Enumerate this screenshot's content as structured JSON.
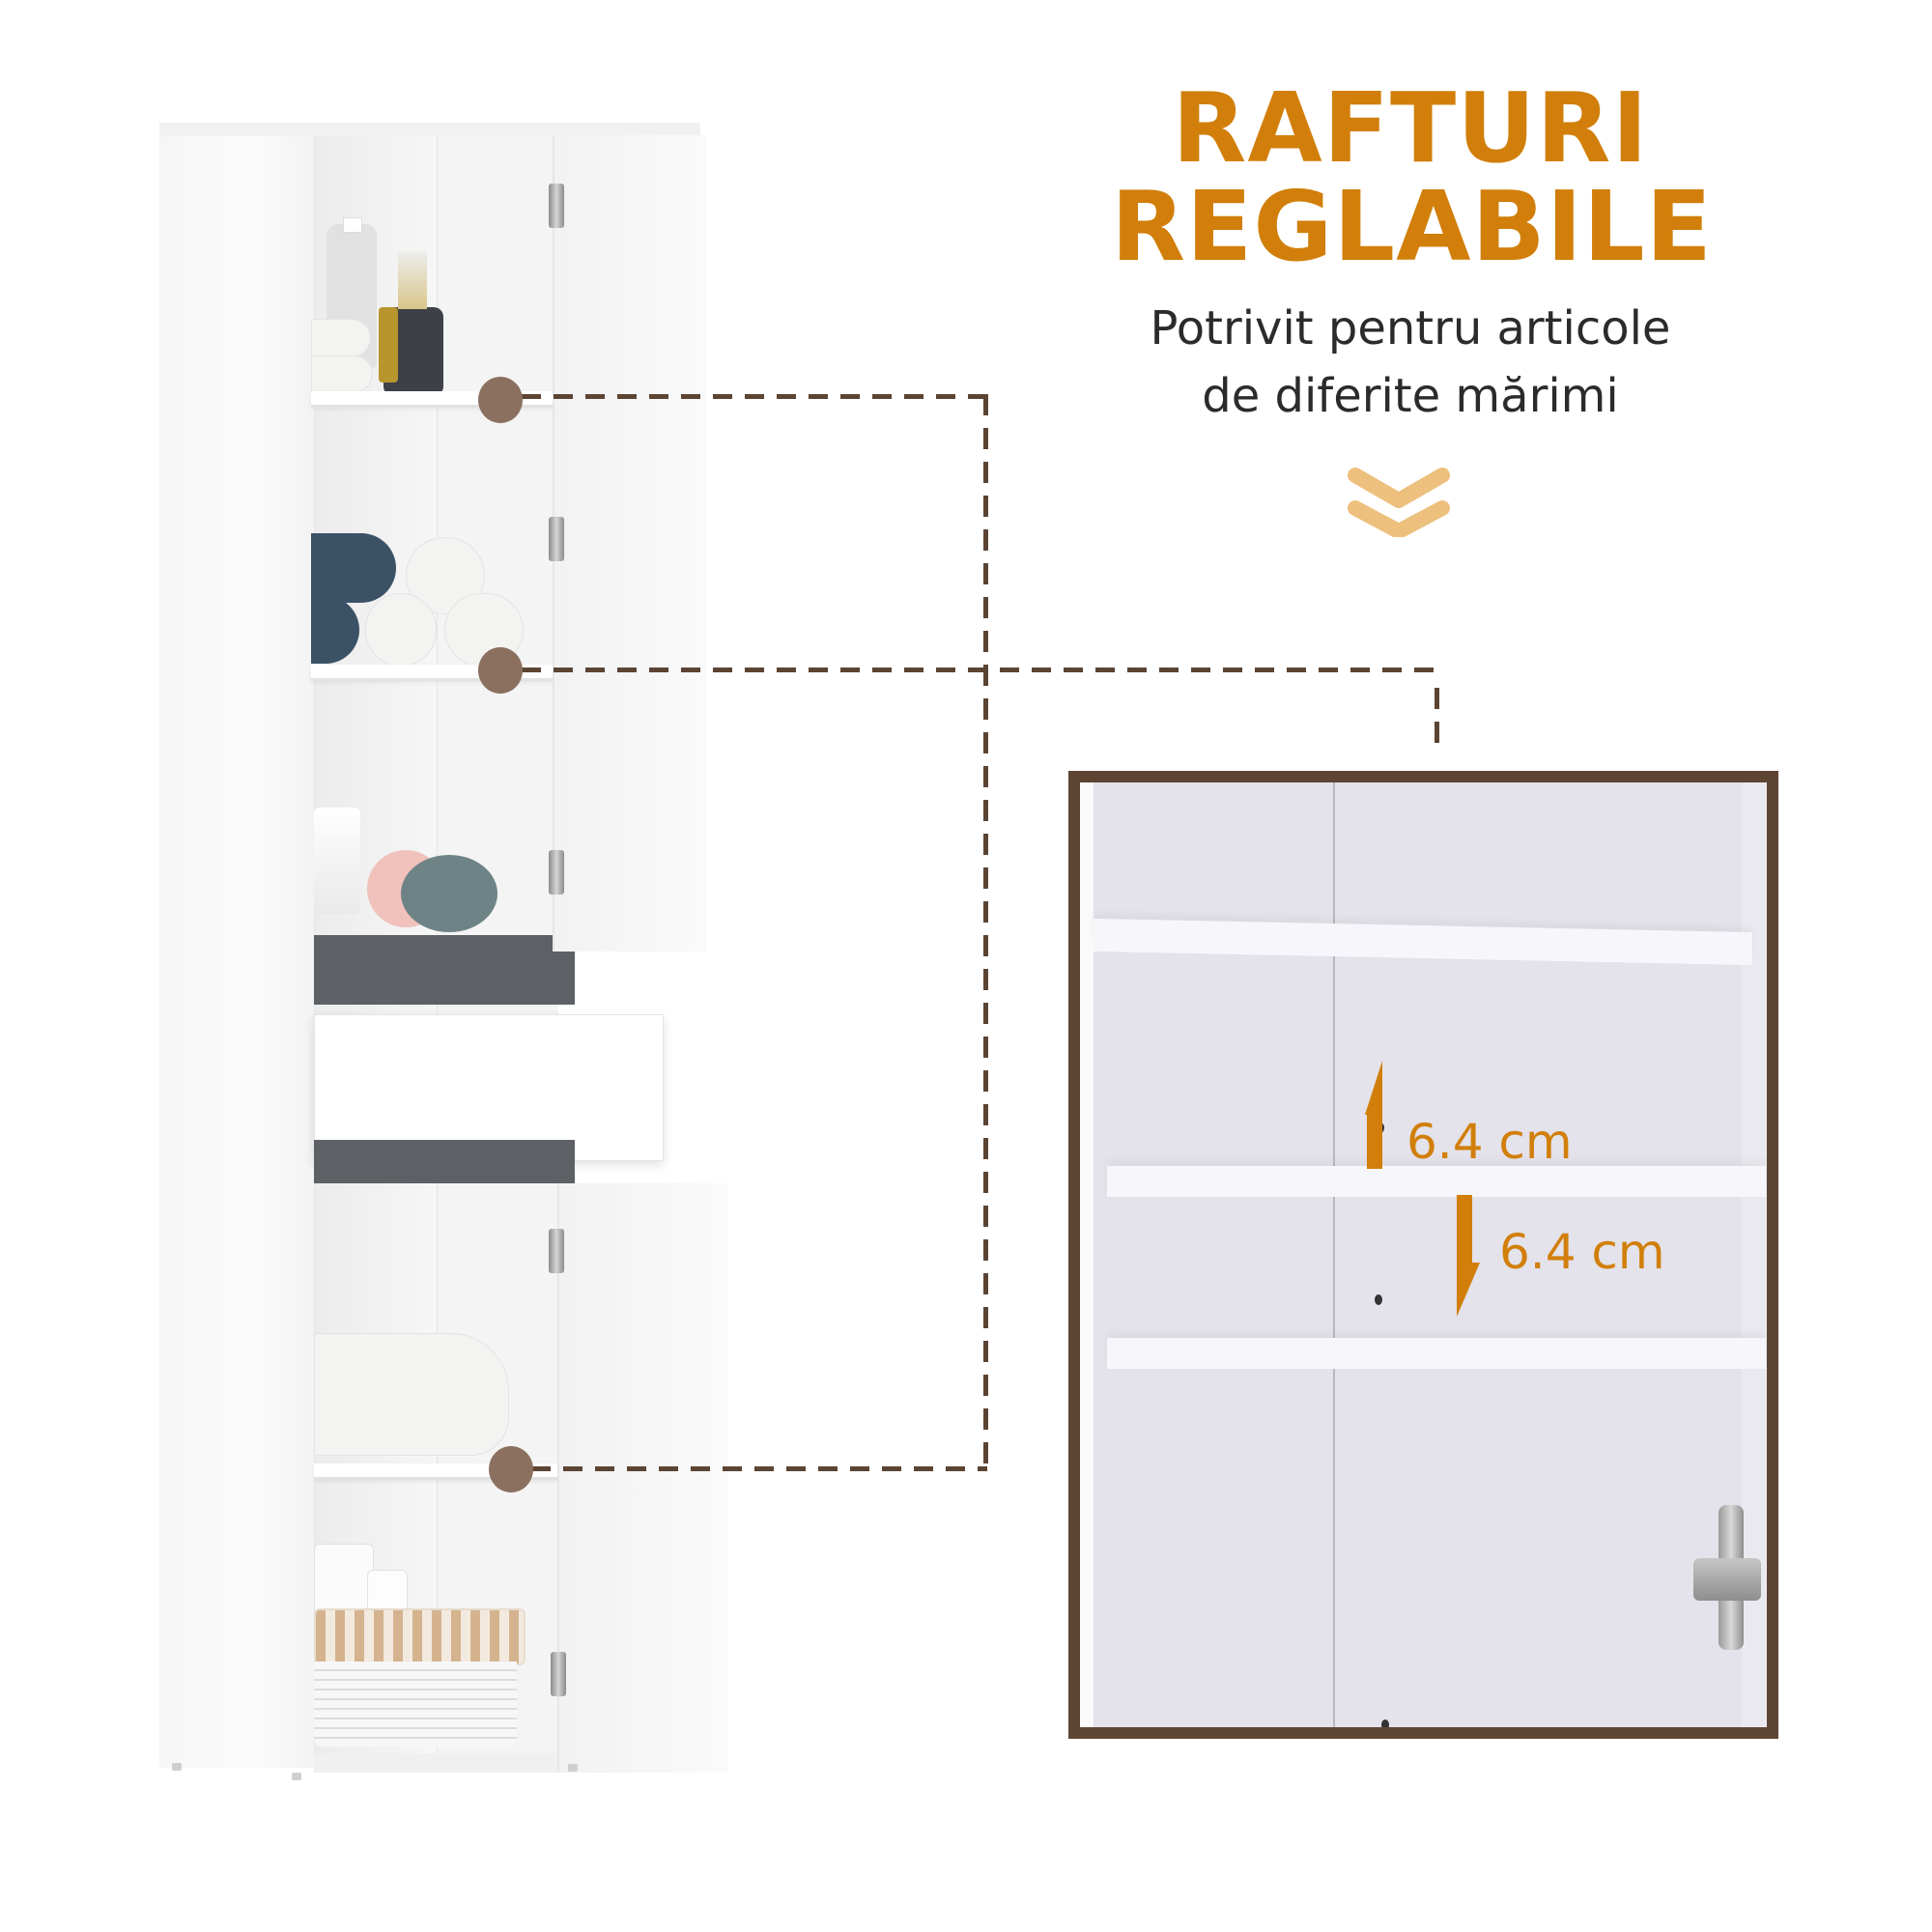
{
  "title": {
    "line1": "RAFTURI",
    "line2": "REGLABILE",
    "color": "#D17F0A"
  },
  "subtitle": {
    "line1": "Potrivit pentru articole",
    "line2": "de diferite mărimi"
  },
  "chevron": {
    "icon": "double-chevron-down-icon",
    "color": "#EDC07E"
  },
  "callouts": {
    "dot_color": "#8B7060",
    "line_color": "#5C4433",
    "frame_color": "#5E4533",
    "markers": [
      {
        "label": "shelf-1-marker"
      },
      {
        "label": "shelf-2-marker"
      },
      {
        "label": "shelf-3-marker"
      }
    ]
  },
  "detail": {
    "measure_up": "6.4 cm",
    "measure_down": "6.4 cm",
    "accent_color": "#D17F0A"
  },
  "product": {
    "name": "tall bathroom cabinet",
    "color": "white",
    "drawer_accent": "#5d6166"
  }
}
